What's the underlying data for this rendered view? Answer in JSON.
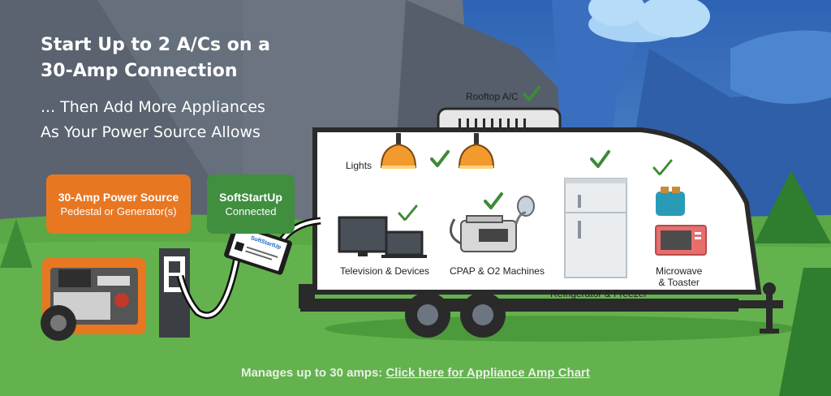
{
  "headline": {
    "line1": "Start Up to 2 A/Cs on a",
    "line2": "30-Amp Connection"
  },
  "subheadline": {
    "line1": "... Then Add More Appliances",
    "line2": "As Your Power Source Allows"
  },
  "cards": {
    "power_source": {
      "title": "30-Amp Power Source",
      "subtitle": "Pedestal or Generator(s)",
      "color": "#e87722"
    },
    "softstartup": {
      "title": "SoftStartUp",
      "subtitle": "Connected",
      "color": "#3f8f3f"
    }
  },
  "device_label": "SoftStartUp",
  "appliances": {
    "rooftop_ac": "Rooftop A/C",
    "lights": "Lights",
    "television": "Television & Devices",
    "cpap": "CPAP & O2 Machines",
    "refrigerator": "Refrigerator & Freezer",
    "microwave_line1": "Microwave",
    "microwave_line2": "& Toaster"
  },
  "footer": {
    "text": "Manages up to 30 amps: ",
    "link": "Click here for Appliance Amp Chart"
  },
  "colors": {
    "sky": "#3f79c4",
    "mountain": "#5f6774",
    "grass": "#5aa846",
    "check_green": "#3d8b37",
    "accent_orange": "#e87722"
  },
  "icons": [
    "check-icon",
    "dotted-check-icon",
    "cloud-icon",
    "lamp-icon",
    "tv-icon",
    "laptop-icon",
    "cpap-icon",
    "refrigerator-icon",
    "toaster-icon",
    "microwave-icon",
    "generator-icon",
    "pedestal-icon",
    "softstartup-device-icon",
    "ac-unit-icon"
  ]
}
